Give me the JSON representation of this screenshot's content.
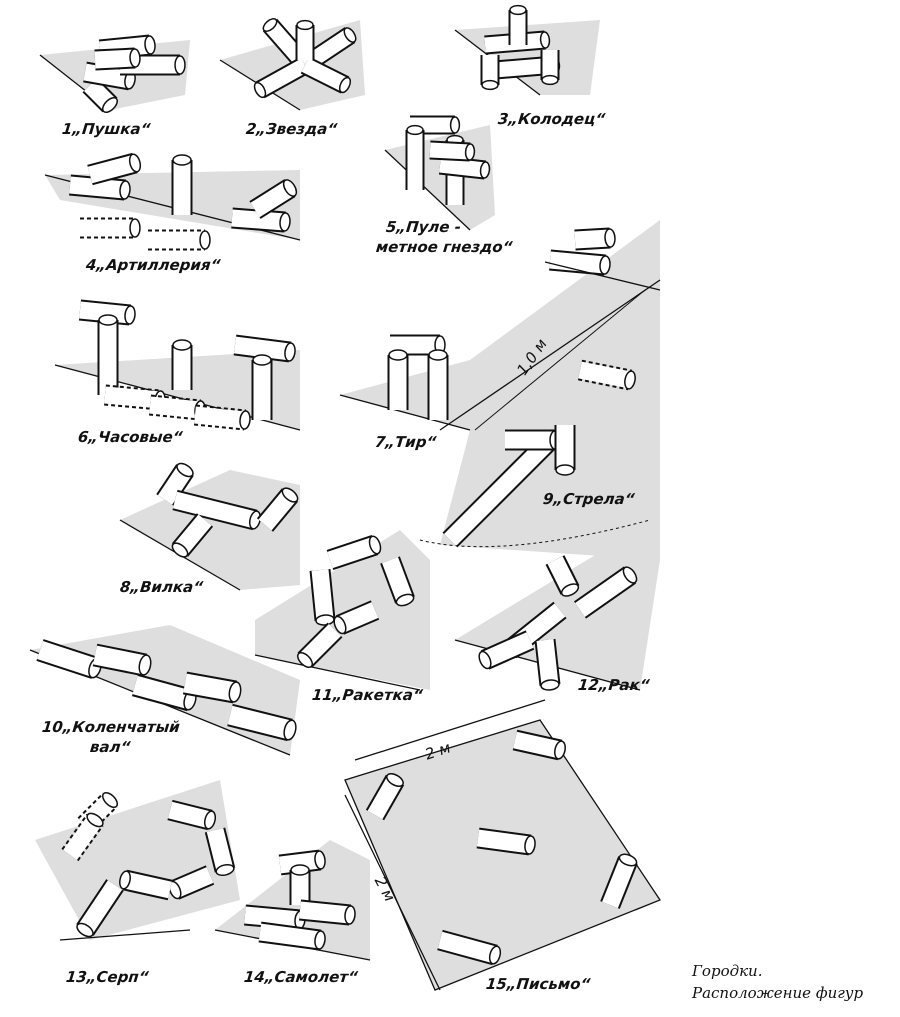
{
  "figures": [
    {
      "n": "1",
      "label": "1„Пушка“"
    },
    {
      "n": "2",
      "label": "2„Звезда“"
    },
    {
      "n": "3",
      "label": "3„Колодец“"
    },
    {
      "n": "4",
      "label": "4„Артиллерия“"
    },
    {
      "n": "5",
      "label_line1": "5„Пуле -",
      "label_line2": "метное гнездо“"
    },
    {
      "n": "6",
      "label": "6„Часовые“"
    },
    {
      "n": "7",
      "label": "7„Тир“"
    },
    {
      "n": "8",
      "label": "8„Вилка“"
    },
    {
      "n": "9",
      "label": "9„Стрела“"
    },
    {
      "n": "10",
      "label_line1": "10„Коленчатый",
      "label_line2": "вал“"
    },
    {
      "n": "11",
      "label": "11„Ракетка“"
    },
    {
      "n": "12",
      "label": "12„Рак“"
    },
    {
      "n": "13",
      "label": "13„Серп“"
    },
    {
      "n": "14",
      "label": "14„Самолет“"
    },
    {
      "n": "15",
      "label": "15„Письмо“"
    }
  ],
  "dimensions": {
    "distance": "1,0 м",
    "width": "2 м",
    "height": "2 м"
  },
  "caption": {
    "line1": "Городки.",
    "line2": "Расположение фигур"
  }
}
